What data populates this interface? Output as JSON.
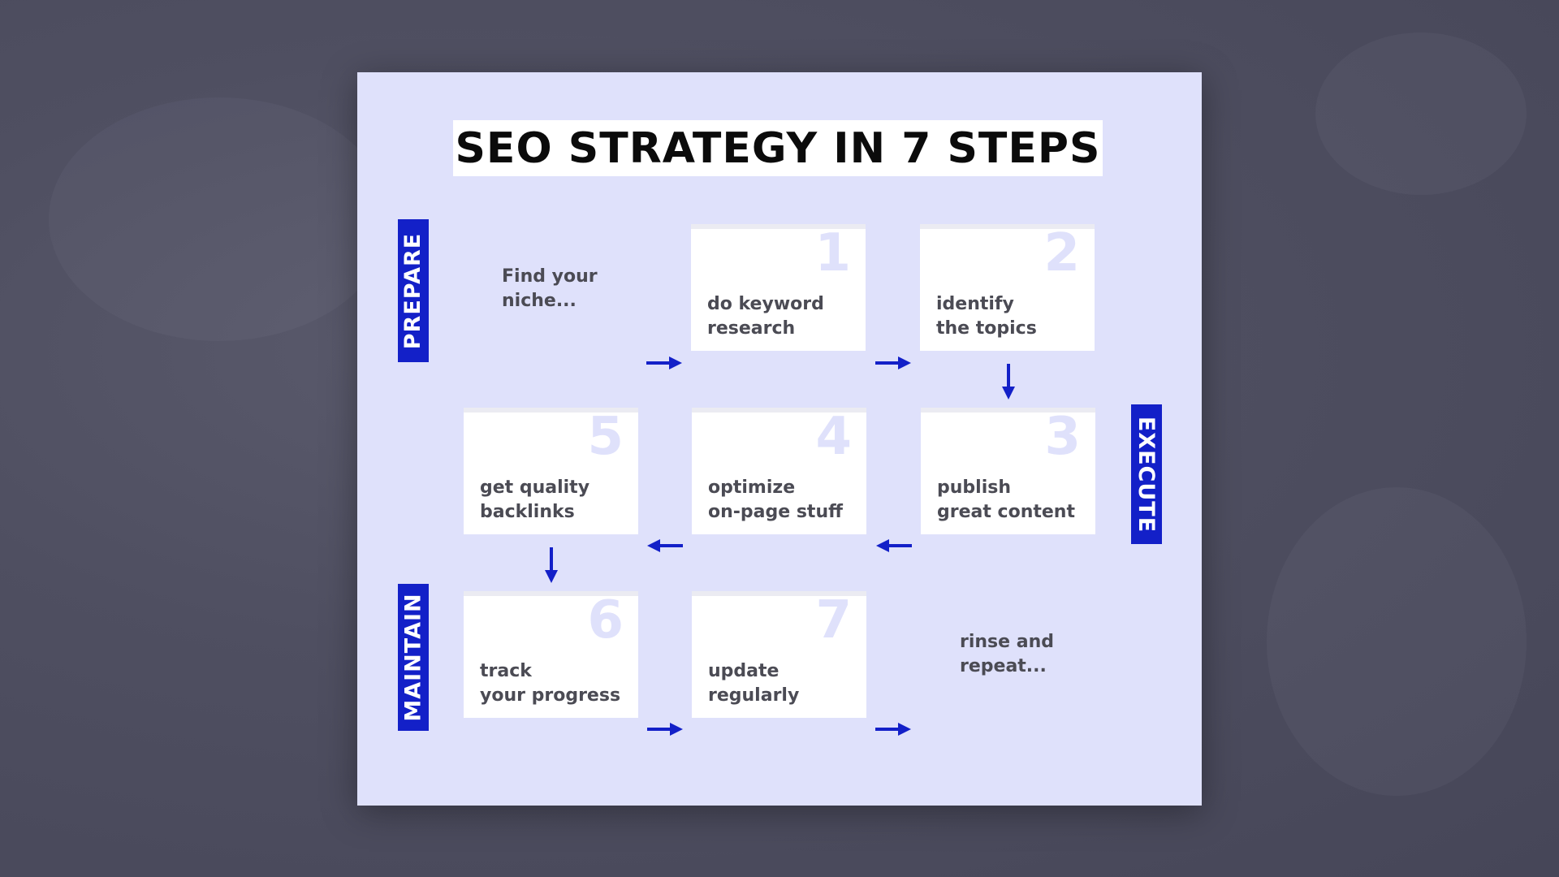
{
  "title": "SEO STRATEGY IN 7 STEPS",
  "phases": {
    "prepare": "PREPARE",
    "execute": "EXECUTE",
    "maintain": "MAINTAIN"
  },
  "intro_text": "Find your\nniche...",
  "outro_text": "rinse and\nrepeat...",
  "steps": [
    {
      "number": "1",
      "label": "do keyword\nresearch"
    },
    {
      "number": "2",
      "label": "identify\nthe topics"
    },
    {
      "number": "3",
      "label": "publish\ngreat content"
    },
    {
      "number": "4",
      "label": "optimize\non-page stuff"
    },
    {
      "number": "5",
      "label": "get quality\nbacklinks"
    },
    {
      "number": "6",
      "label": "track\nyour progress"
    },
    {
      "number": "7",
      "label": "update\nregularly"
    }
  ],
  "colors": {
    "card_background": "#dfe1fb",
    "accent_blue": "#1320c8",
    "page_background": "#4f4f61",
    "step_text": "#4b4b54"
  }
}
